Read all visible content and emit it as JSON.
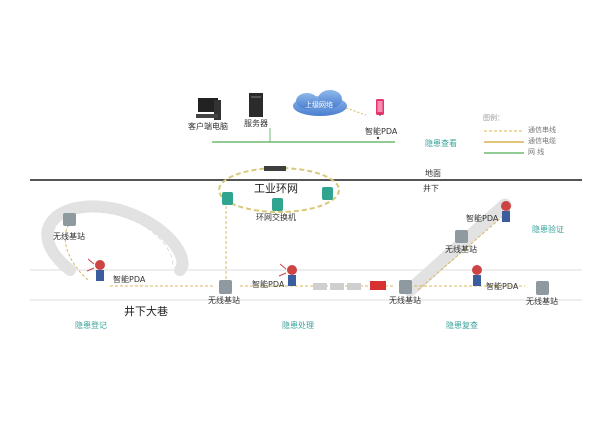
{
  "top": {
    "client_pc": "客户端电脑",
    "server": "服务器",
    "cloud": "上级网络",
    "pda": "智能PDA",
    "check": "隐患查看"
  },
  "legend": {
    "title": "图例：",
    "items": [
      "通信串线",
      "通信电缆",
      "网    线"
    ],
    "colors": [
      "#e8c86a",
      "#d9b24f",
      "#6fb86f"
    ]
  },
  "ground": {
    "surface": "地面",
    "underground": "井下"
  },
  "ring": {
    "title": "工业环网",
    "switch": "环网交换机"
  },
  "stations": {
    "left_loop": "无线基站",
    "bottom_1": "无线基站",
    "bottom_2": "无线基站",
    "bottom_3": "无线基站",
    "right_ramp": "无线基站"
  },
  "pdas": {
    "p1": "智能PDA",
    "p2": "智能PDA",
    "p3": "智能PDA",
    "p4": "智能PDA"
  },
  "tunnel": {
    "main": "井下大巷"
  },
  "workflow": {
    "register": "隐患登记",
    "handle": "隐患处理",
    "review": "隐患复查",
    "recheck": "隐患验证"
  }
}
